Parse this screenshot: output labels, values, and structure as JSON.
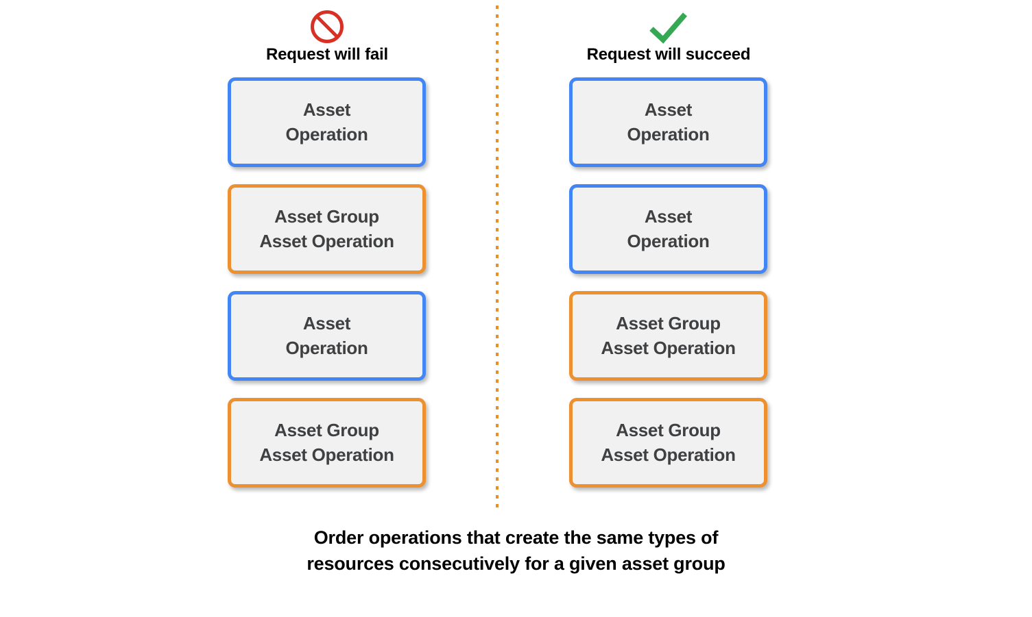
{
  "diagram": {
    "caption": "Order operations that create the same types of\nresources consecutively for a given asset group",
    "divider_color": "#e8912a",
    "box_fill": "#f1f1f1",
    "box_text_color": "#3f4042",
    "asset_border_color": "#4285f4",
    "group_border_color": "#ec9030",
    "columns": [
      {
        "id": "fail",
        "icon": "prohibition-icon",
        "icon_color": "#d93025",
        "header": "Request will fail",
        "boxes": [
          {
            "label": "Asset\nOperation",
            "type": "asset"
          },
          {
            "label": "Asset Group\nAsset Operation",
            "type": "group"
          },
          {
            "label": "Asset\nOperation",
            "type": "asset"
          },
          {
            "label": "Asset Group\nAsset Operation",
            "type": "group"
          }
        ]
      },
      {
        "id": "succeed",
        "icon": "checkmark-icon",
        "icon_color": "#34a853",
        "header": "Request will succeed",
        "boxes": [
          {
            "label": "Asset\nOperation",
            "type": "asset"
          },
          {
            "label": "Asset\nOperation",
            "type": "asset"
          },
          {
            "label": "Asset Group\nAsset Operation",
            "type": "group"
          },
          {
            "label": "Asset Group\nAsset Operation",
            "type": "group"
          }
        ]
      }
    ]
  }
}
